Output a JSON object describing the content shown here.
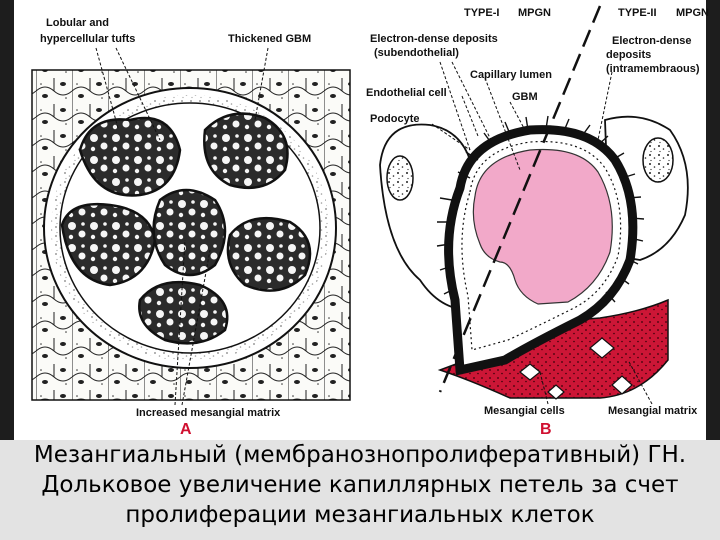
{
  "figure": {
    "panel_a": {
      "letter": "A",
      "labels": {
        "lobular_line1": "Lobular and",
        "lobular_line2": "hypercellular tufts",
        "thickened_gbm": "Thickened GBM",
        "increased_matrix": "Increased mesangial matrix"
      }
    },
    "panel_b": {
      "letter": "B",
      "labels": {
        "type1": "TYPE-I",
        "mpgn1": "MPGN",
        "type2": "TYPE-II",
        "mpgn2": "MPGN",
        "deposits_left_1": "Electron-dense deposits",
        "deposits_left_2": "(subendothelial)",
        "capillary_lumen": "Capillary lumen",
        "endothelial_cell": "Endothelial cell",
        "gbm": "GBM",
        "podocyte": "Podocyte",
        "deposits_right_1": "Electron-dense",
        "deposits_right_2": "deposits",
        "deposits_right_3": "(intramembraous)",
        "mesangial_cells": "Mesangial cells",
        "mesangial_matrix": "Mesangial matrix"
      }
    },
    "colors": {
      "lumen_pink": "#f2a9c9",
      "matrix_red": "#cc1636",
      "ink": "#111111"
    }
  },
  "caption": {
    "line1": "Мезангиальный (мембранознопролиферативный) ГН.",
    "line2": "Дольковое увеличение капиллярных петель за счет",
    "line3": "пролиферации мезангиальных клеток"
  }
}
